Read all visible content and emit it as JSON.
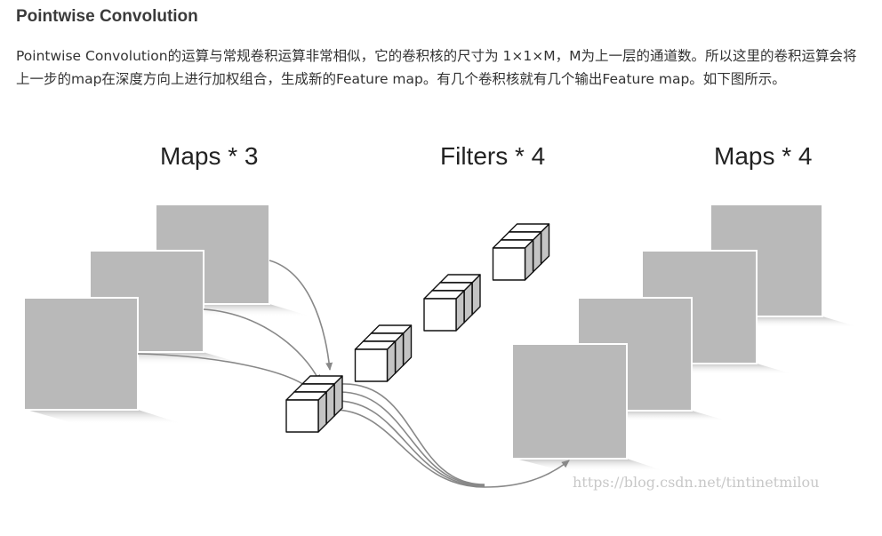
{
  "article": {
    "heading": "Pointwise Convolution",
    "paragraph": "Pointwise Convolution的运算与常规卷积运算非常相似，它的卷积核的尺寸为 1×1×M，M为上一层的通道数。所以这里的卷积运算会将上一步的map在深度方向上进行加权组合，生成新的Feature map。有几个卷积核就有几个输出Feature map。如下图所示。"
  },
  "figure": {
    "labels": {
      "input_maps": "Maps * 3",
      "filters": "Filters * 4",
      "output_maps": "Maps * 4"
    },
    "input_map_count": 3,
    "filter_count": 4,
    "output_map_count": 4,
    "colors": {
      "map_fill": "#b9b9b9",
      "map_border": "#ffffff",
      "arrow": "#888888",
      "cube_front": "#ffffff",
      "cube_side": "#c4c4c4"
    }
  },
  "watermark": "https://blog.csdn.net/tintinetmilou"
}
